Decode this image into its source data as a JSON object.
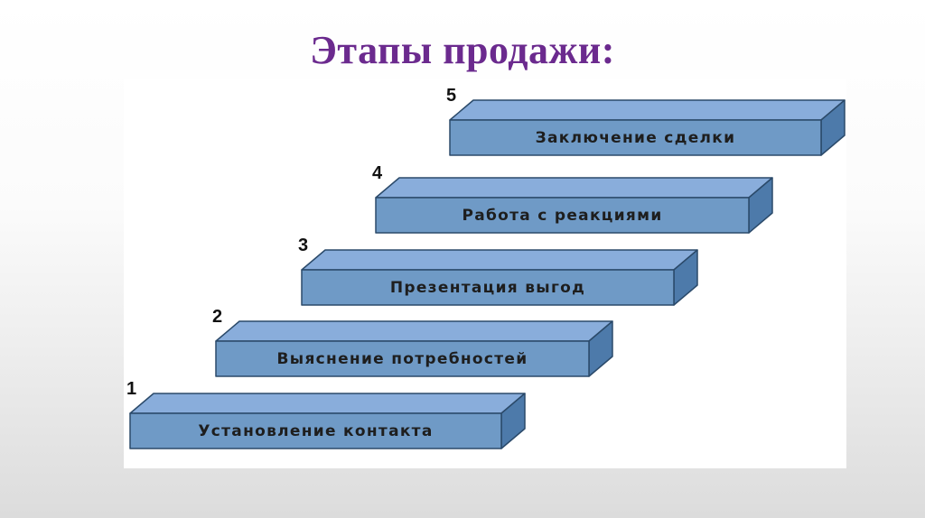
{
  "title": "Этапы продажи:",
  "colors": {
    "title": "#6b2a8e",
    "block_front": "#6f9ac6",
    "block_top": "#89addb",
    "block_side": "#4d7aaa",
    "block_edge": "#2b4a6a"
  },
  "steps": [
    {
      "number": "1",
      "label": "Установление контакта"
    },
    {
      "number": "2",
      "label": "Выяснение потребностей"
    },
    {
      "number": "3",
      "label": "Презентация выгод"
    },
    {
      "number": "4",
      "label": "Работа с реакциями"
    },
    {
      "number": "5",
      "label": "Заключение сделки"
    }
  ]
}
